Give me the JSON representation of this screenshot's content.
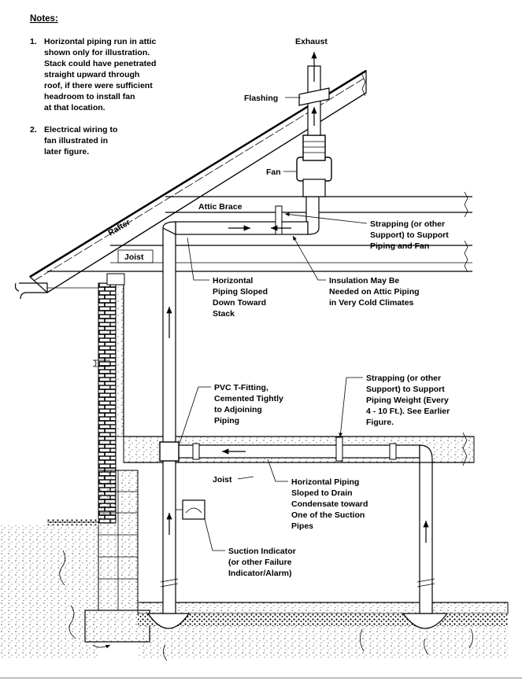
{
  "notes": {
    "heading": "Notes:",
    "note1_num": "1.",
    "note1_lines": [
      "Horizontal piping run in attic",
      "shown only for illustration.",
      "Stack could have penetrated",
      "straight upward through",
      "roof, if there were sufficient",
      "headroom to install fan",
      "at that location."
    ],
    "note2_num": "2.",
    "note2_lines": [
      "Electrical wiring to",
      "fan illustrated in",
      "later figure."
    ]
  },
  "labels": {
    "exhaust": "Exhaust",
    "flashing": "Flashing",
    "fan": "Fan",
    "attic_brace": "Attic Brace",
    "rafter": "Rafter",
    "joist_upper": "Joist",
    "joist_lower": "Joist",
    "strapping_fan": [
      "Strapping (or other",
      "Support) to Support",
      "Piping and Fan"
    ],
    "horizontal_sloped": [
      "Horizontal",
      "Piping Sloped",
      "Down Toward",
      "Stack"
    ],
    "insulation": [
      "Insulation May Be",
      "Needed on Attic Piping",
      "in Very Cold Climates"
    ],
    "pvc_tee": [
      "PVC T-Fitting,",
      "Cemented Tightly",
      "to Adjoining",
      "Piping"
    ],
    "strapping_weight": [
      "Strapping (or other",
      "Support) to Support",
      "Piping Weight (Every",
      "4 - 10 Ft.). See Earlier",
      "Figure."
    ],
    "horizontal_drain": [
      "Horizontal Piping",
      "Sloped to Drain",
      "Condensate toward",
      "One of the Suction",
      "Pipes"
    ],
    "suction_indicator": [
      "Suction Indicator",
      "(or other Failure",
      "Indicator/Alarm)"
    ]
  }
}
